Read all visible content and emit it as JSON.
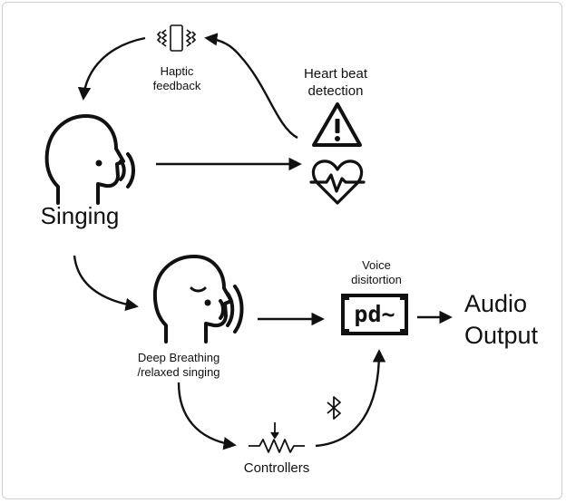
{
  "labels": {
    "haptic_line1": "Haptic",
    "haptic_line2": "feedback",
    "heartbeat_line1": "Heart beat",
    "heartbeat_line2": "detection",
    "singing": "Singing",
    "voice_line1": "Voice",
    "voice_line2": "disitortion",
    "pd_text": "pd~",
    "audio_line1": "Audio",
    "audio_line2": "Output",
    "breathing_line1": "Deep Breathing",
    "breathing_line2": "/relaxed singing",
    "controllers": "Controllers"
  },
  "icons": {
    "vibration": "phone-vibration-icon",
    "warning": "warning-triangle-icon",
    "heart": "heartbeat-icon",
    "singer": "speaking-head-icon",
    "relaxed": "relaxed-singing-head-icon",
    "pd": "pure-data-icon",
    "bluetooth": "bluetooth-icon",
    "controller": "potentiometer-icon"
  },
  "colors": {
    "ink": "#111111",
    "background": "#ffffff",
    "border": "#cfcfcf"
  }
}
